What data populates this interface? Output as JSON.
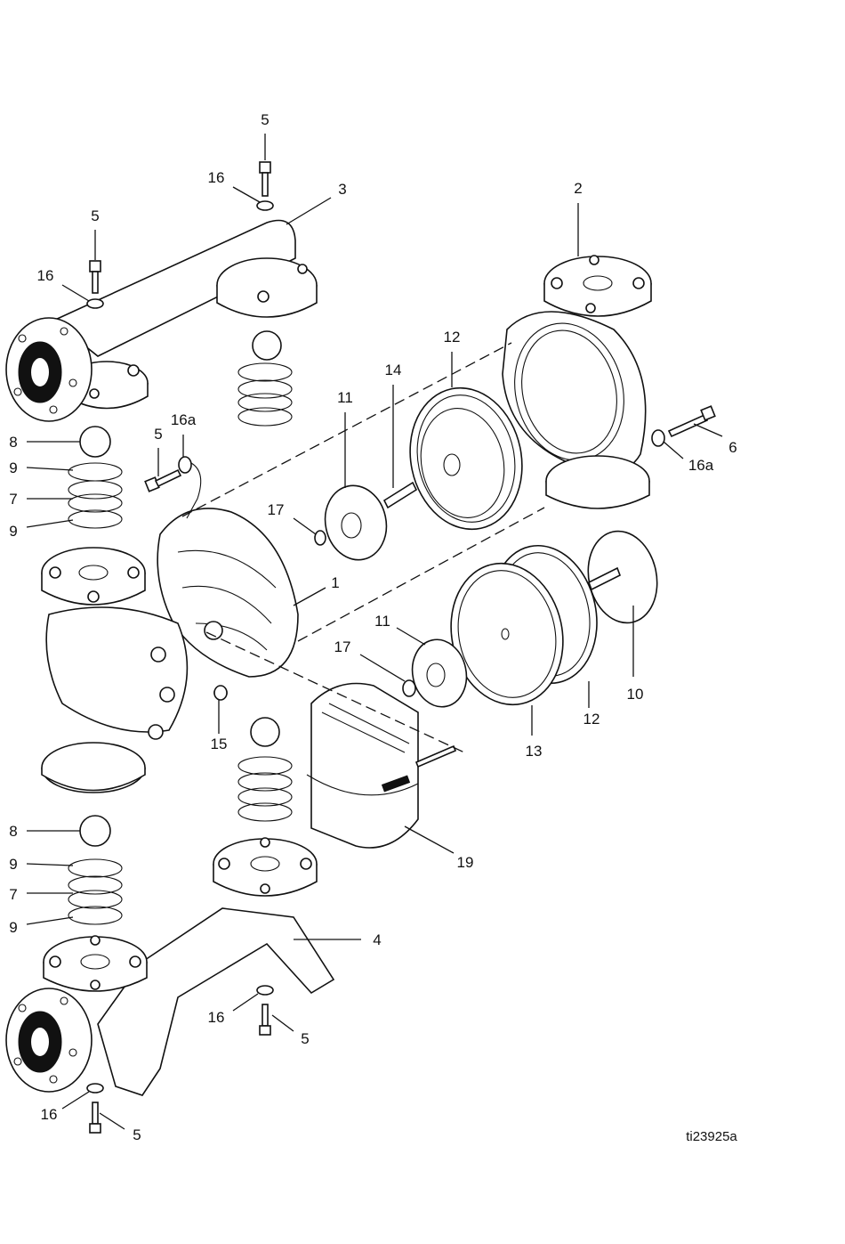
{
  "drawing_id": "ti23925a",
  "callouts": [
    {
      "key": "c5a",
      "text": "5"
    },
    {
      "key": "c16a_top",
      "text": "16"
    },
    {
      "key": "c3",
      "text": "3"
    },
    {
      "key": "c5b",
      "text": "5"
    },
    {
      "key": "c16b",
      "text": "16"
    },
    {
      "key": "c2",
      "text": "2"
    },
    {
      "key": "c12a",
      "text": "12"
    },
    {
      "key": "c14",
      "text": "14"
    },
    {
      "key": "c11a",
      "text": "11"
    },
    {
      "key": "c8a",
      "text": "8"
    },
    {
      "key": "c5c",
      "text": "5"
    },
    {
      "key": "c16aa",
      "text": "16a"
    },
    {
      "key": "c6",
      "text": "6"
    },
    {
      "key": "c16ab",
      "text": "16a"
    },
    {
      "key": "c9a",
      "text": "9"
    },
    {
      "key": "c7a",
      "text": "7"
    },
    {
      "key": "c9b",
      "text": "9"
    },
    {
      "key": "c17a",
      "text": "17"
    },
    {
      "key": "c1",
      "text": "1"
    },
    {
      "key": "c11b",
      "text": "11"
    },
    {
      "key": "c17b",
      "text": "17"
    },
    {
      "key": "c10",
      "text": "10"
    },
    {
      "key": "c12b",
      "text": "12"
    },
    {
      "key": "c13",
      "text": "13"
    },
    {
      "key": "c15",
      "text": "15"
    },
    {
      "key": "c19",
      "text": "19"
    },
    {
      "key": "c8b",
      "text": "8"
    },
    {
      "key": "c9c",
      "text": "9"
    },
    {
      "key": "c7b",
      "text": "7"
    },
    {
      "key": "c9d",
      "text": "9"
    },
    {
      "key": "c4",
      "text": "4"
    },
    {
      "key": "c16c",
      "text": "16"
    },
    {
      "key": "c5d",
      "text": "5"
    },
    {
      "key": "c16d",
      "text": "16"
    },
    {
      "key": "c5e",
      "text": "5"
    }
  ]
}
